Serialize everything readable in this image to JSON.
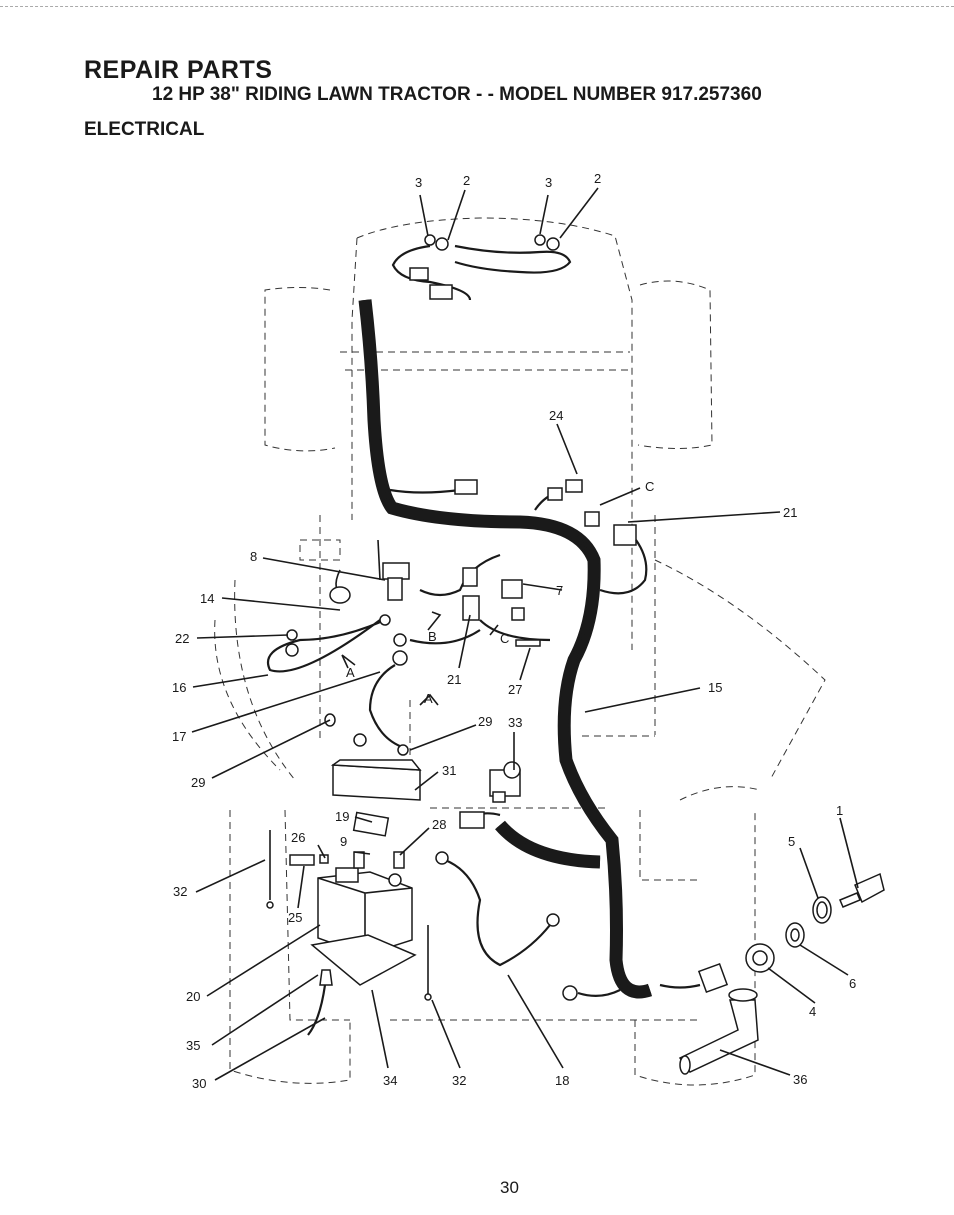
{
  "header": {
    "title": "REPAIR PARTS",
    "subtitle": "12 HP 38\" RIDING LAWN TRACTOR - - MODEL NUMBER 917.257360",
    "section": "ELECTRICAL"
  },
  "page_number": "30",
  "callouts": {
    "c3a": "3",
    "c2a": "2",
    "c3b": "3",
    "c2b": "2",
    "c24": "24",
    "c21a": "21",
    "c8": "8",
    "c14": "14",
    "c7": "7",
    "c22": "22",
    "c16": "16",
    "c21b": "21",
    "c27": "27",
    "c15": "15",
    "c17": "17",
    "c29a": "29",
    "c33": "33",
    "c29b": "29",
    "c31": "31",
    "c1": "1",
    "c19": "19",
    "c28": "28",
    "c26": "26",
    "c9": "9",
    "c5": "5",
    "c32a": "32",
    "c25": "25",
    "c6": "6",
    "c20": "20",
    "c4": "4",
    "c35": "35",
    "c30": "30",
    "c34": "34",
    "c32b": "32",
    "c18": "18",
    "c36": "36"
  },
  "references": {
    "ref_c_top": "C",
    "ref_b": "B",
    "ref_c_mid": "C",
    "ref_a1": "A",
    "ref_a2": "A"
  }
}
